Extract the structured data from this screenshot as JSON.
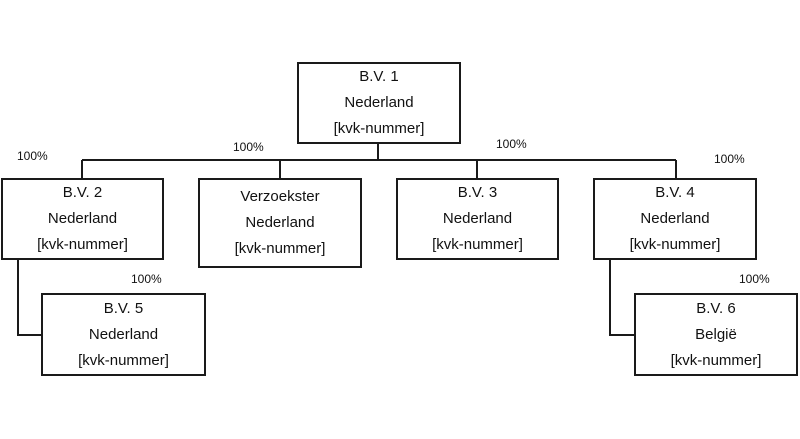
{
  "colors": {
    "line": "#1a1a1a",
    "box_border": "#1a1a1a",
    "text": "#111111",
    "background": "#ffffff"
  },
  "nodes": [
    {
      "id": "bv1",
      "name": "B.V. 1",
      "country": "Nederland",
      "reg": "[kvk-nummer]"
    },
    {
      "id": "bv2",
      "name": "B.V. 2",
      "country": "Nederland",
      "reg": "[kvk-nummer]"
    },
    {
      "id": "verzoekster",
      "name": "Verzoekster",
      "country": "Nederland",
      "reg": "[kvk-nummer]"
    },
    {
      "id": "bv3",
      "name": "B.V. 3",
      "country": "Nederland",
      "reg": "[kvk-nummer]"
    },
    {
      "id": "bv4",
      "name": "B.V. 4",
      "country": "Nederland",
      "reg": "[kvk-nummer]"
    },
    {
      "id": "bv5",
      "name": "B.V. 5",
      "country": "Nederland",
      "reg": "[kvk-nummer]"
    },
    {
      "id": "bv6",
      "name": "B.V. 6",
      "country": "België",
      "reg": "[kvk-nummer]"
    }
  ],
  "ownership": [
    {
      "parent": "bv1",
      "child": "bv2",
      "share": "100%"
    },
    {
      "parent": "bv1",
      "child": "verzoekster",
      "share": "100%"
    },
    {
      "parent": "bv1",
      "child": "bv3",
      "share": "100%"
    },
    {
      "parent": "bv1",
      "child": "bv4",
      "share": "100%"
    },
    {
      "parent": "bv2",
      "child": "bv5",
      "share": "100%"
    },
    {
      "parent": "bv4",
      "child": "bv6",
      "share": "100%"
    }
  ]
}
